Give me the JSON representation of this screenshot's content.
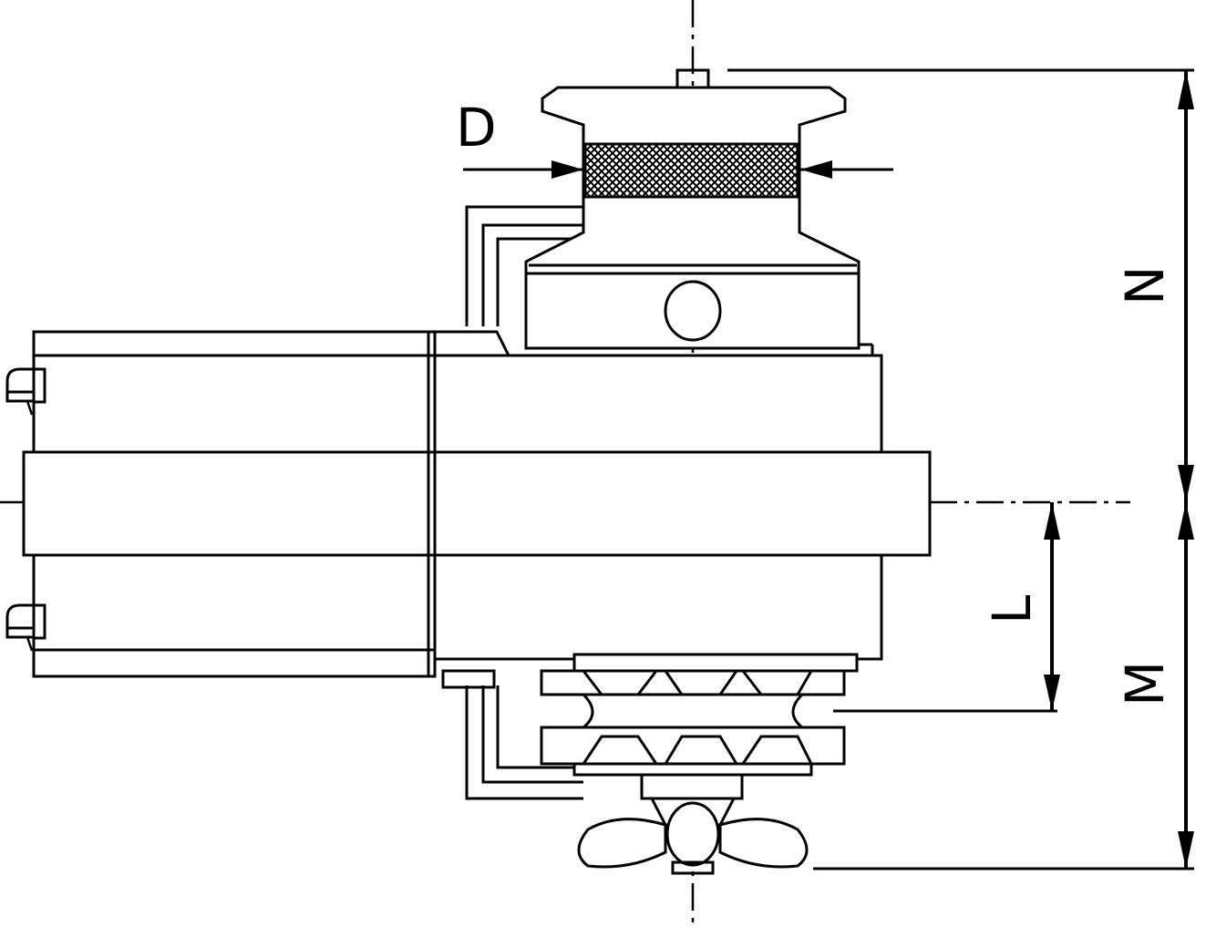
{
  "drawing": {
    "line_color": "#000000",
    "background": "#ffffff",
    "dimension_labels": {
      "D": "D",
      "N": "N",
      "L": "L",
      "M": "M"
    }
  }
}
